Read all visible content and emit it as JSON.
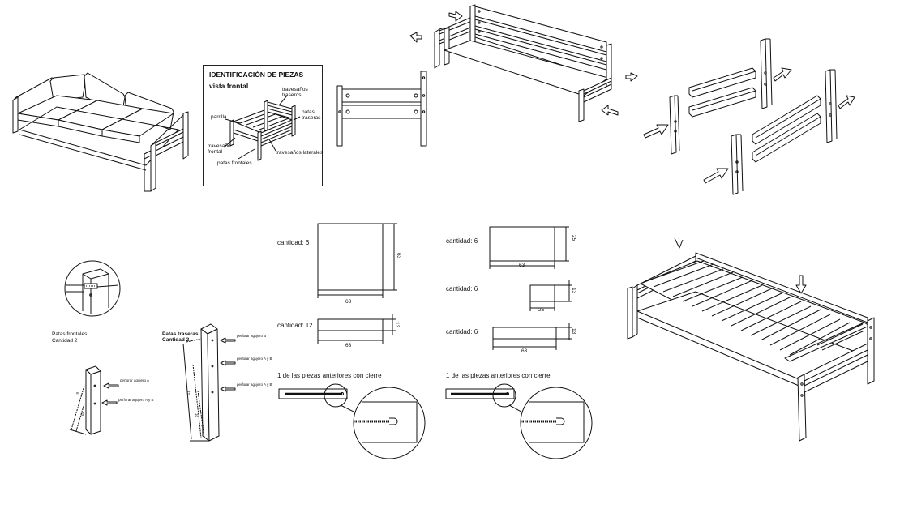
{
  "identification": {
    "title": "IDENTIFICACIÓN DE PIEZAS",
    "subtitle": "vista frontal",
    "labels": {
      "back_rails": "travesaños\ntraseros",
      "grill": "parrilla",
      "back_legs": "patas\ntraseras",
      "front_rail": "travesaño\nfrontal",
      "side_rails": "travesaños laterales",
      "front_legs": "patas frontales"
    }
  },
  "legs": {
    "front": {
      "title": "Patas frontales",
      "qty": "Cantidad 2",
      "hole_a": "perforar agujero A",
      "hole_ab": "perforar agujero A y B",
      "dims": [
        "6",
        "20"
      ]
    },
    "back": {
      "title": "Patas traseras",
      "qty": "Cantidad 2",
      "hole_b": "perforar agujero B",
      "hole_ab_1": "perforar agujero A y B",
      "hole_ab_2": "perforar agujero A y B",
      "dims": [
        "72",
        "10",
        "6"
      ]
    }
  },
  "cuts_left": {
    "square": {
      "qty": "cantidad: 6",
      "w": "63",
      "h": "63"
    },
    "strip": {
      "qty": "cantidad: 12",
      "w": "63",
      "h": "13"
    },
    "note": "1 de las piezas anteriores con cierre"
  },
  "cuts_right": {
    "panel": {
      "qty": "cantidad: 6",
      "w": "63",
      "h": "25"
    },
    "block": {
      "qty": "cantidad: 6",
      "w": "25",
      "h": "13"
    },
    "slat": {
      "qty": "cantidad: 6",
      "w": "63",
      "h": "13"
    },
    "note": "1 de las piezas anteriores con cierre"
  }
}
